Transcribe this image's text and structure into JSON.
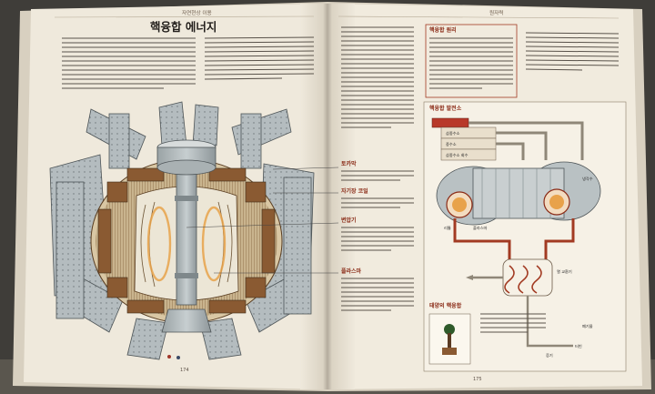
{
  "left_page": {
    "running_header": "자연현상 이용",
    "title": "핵융합 에너지",
    "page_number": "174"
  },
  "right_page": {
    "running_header": "원자력",
    "page_number": "175",
    "margin_sections": [
      {
        "heading": "핵융합 원리"
      },
      {
        "heading": "토카막"
      },
      {
        "heading": "자기장 코일"
      },
      {
        "heading": "변압기"
      },
      {
        "heading": "플라스마"
      }
    ],
    "diagram": {
      "heading": "핵융합 발전소",
      "labels": {
        "storage_top": "삼중수소",
        "storage_mid": "중수소",
        "storage_bot": "삼중수소 회수",
        "lithium": "리튬",
        "plasma": "플라스마",
        "coolant": "냉각수",
        "heat_exchanger": "열 교환기",
        "turbine": "터빈",
        "steam": "증기",
        "waste": "폐기물"
      }
    },
    "lower_heading": "태양의 핵융합"
  },
  "colors": {
    "paper": "#efe9dc",
    "accent_red": "#a23a22",
    "plasma_orange": "#e8a24a"
  }
}
